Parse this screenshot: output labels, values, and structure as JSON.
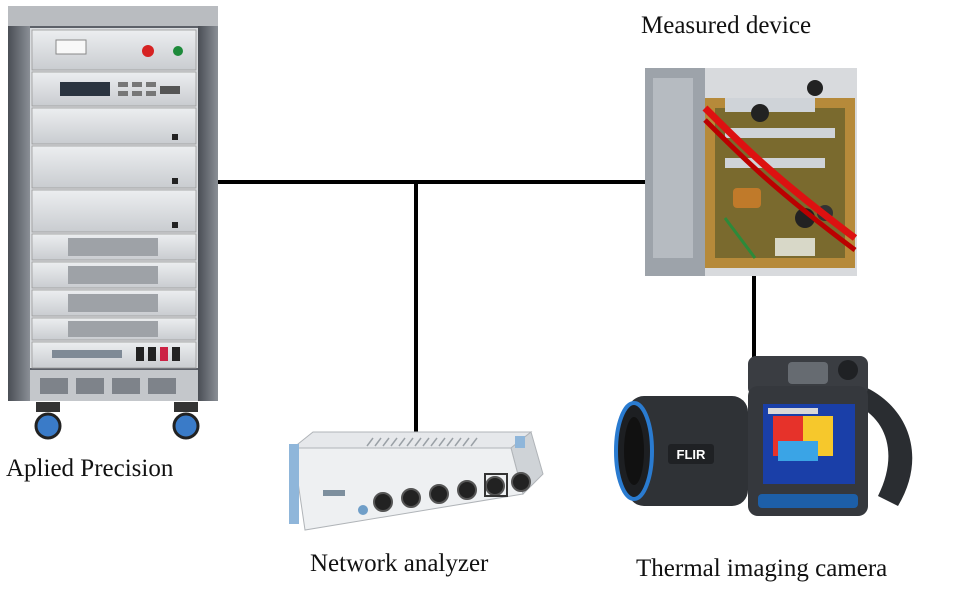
{
  "labels": {
    "applied_precision": "Aplied Precision",
    "network_analyzer": "Network analyzer",
    "measured_device": "Measured device",
    "thermal_camera": "Thermal imaging camera"
  },
  "camera_brand": "FLIR",
  "icons": {
    "rack": "power-source-rack-icon",
    "analyzer": "network-analyzer-icon",
    "device": "measured-device-pcb-icon",
    "camera": "thermal-camera-icon"
  }
}
